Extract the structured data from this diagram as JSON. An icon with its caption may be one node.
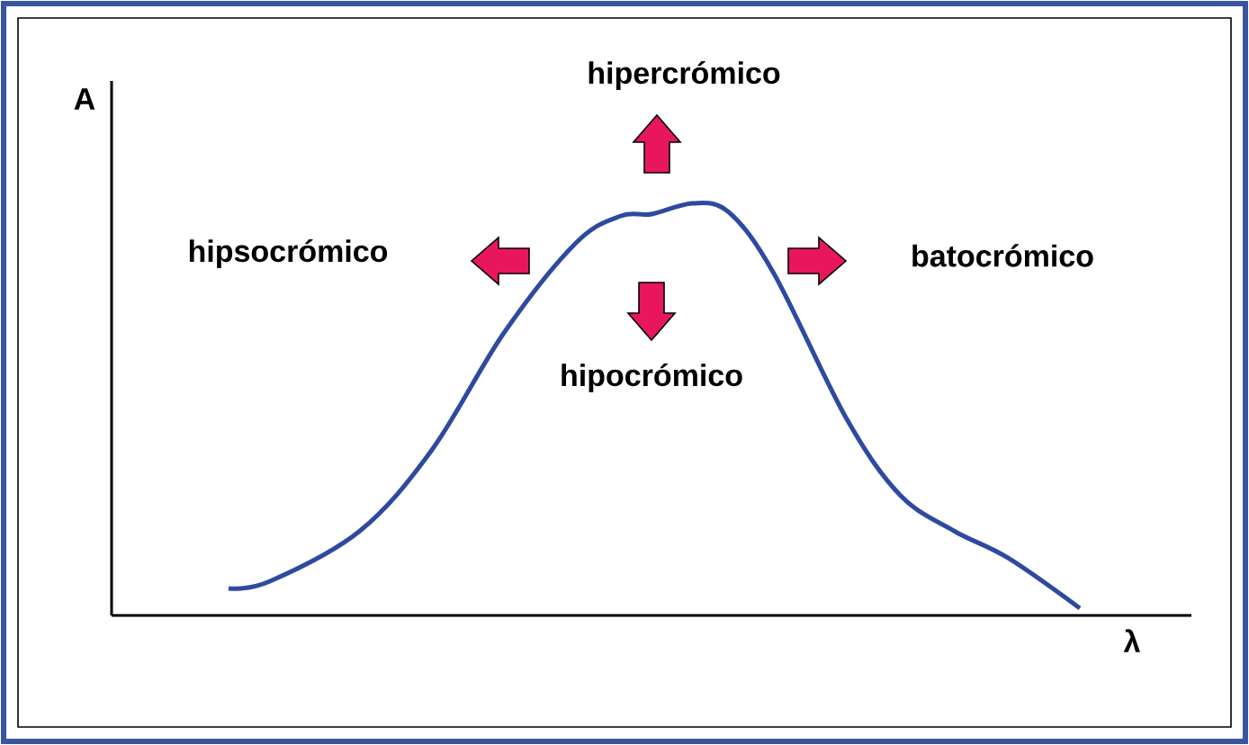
{
  "diagram": {
    "labels": [
      "A",
      "hipercrómico",
      "hipsocrómico",
      "batocrómico",
      "hipocrómico",
      "λ"
    ]
  }
}
